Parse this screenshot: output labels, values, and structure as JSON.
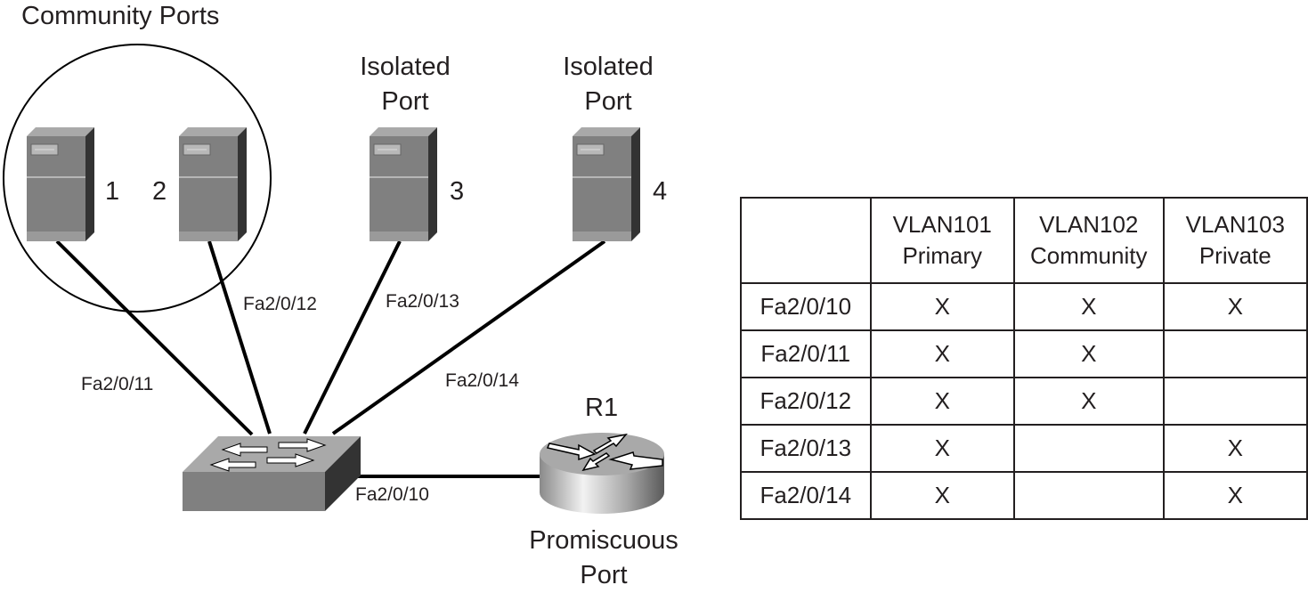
{
  "diagram": {
    "title_community": "Community Ports",
    "isolated_label_1": "Isolated Port",
    "isolated_label_2": "Isolated Port",
    "isolated_line1": "Isolated",
    "isolated_line2": "Port",
    "hosts": [
      {
        "number": "1",
        "interface": "Fa2/0/11",
        "group": "community"
      },
      {
        "number": "2",
        "interface": "Fa2/0/12",
        "group": "community"
      },
      {
        "number": "3",
        "interface": "Fa2/0/13",
        "group": "isolated"
      },
      {
        "number": "4",
        "interface": "Fa2/0/14",
        "group": "isolated"
      }
    ],
    "router": {
      "name": "R1",
      "interface": "Fa2/0/10",
      "label_line1": "Promiscuous",
      "label_line2": "Port"
    },
    "colors": {
      "line": "#000000",
      "device_gray": "#808080",
      "device_dark": "#333333",
      "text": "#231f20"
    }
  },
  "table": {
    "headers": [
      {
        "line1": "",
        "line2": ""
      },
      {
        "line1": "VLAN101",
        "line2": "Primary"
      },
      {
        "line1": "VLAN102",
        "line2": "Community"
      },
      {
        "line1": "VLAN103",
        "line2": "Private"
      }
    ],
    "rows": [
      {
        "port": "Fa2/0/10",
        "cells": [
          "X",
          "X",
          "X"
        ]
      },
      {
        "port": "Fa2/0/11",
        "cells": [
          "X",
          "X",
          ""
        ]
      },
      {
        "port": "Fa2/0/12",
        "cells": [
          "X",
          "X",
          ""
        ]
      },
      {
        "port": "Fa2/0/13",
        "cells": [
          "X",
          "",
          "X"
        ]
      },
      {
        "port": "Fa2/0/14",
        "cells": [
          "X",
          "",
          "X"
        ]
      }
    ]
  }
}
